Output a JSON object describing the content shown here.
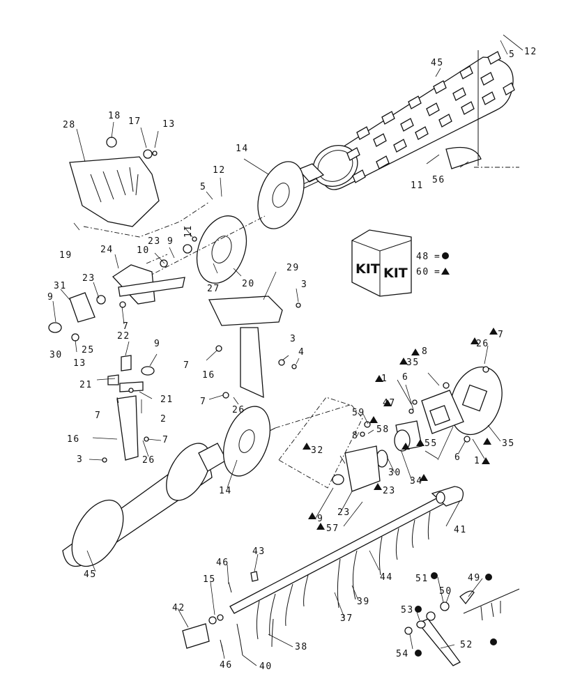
{
  "callouts": [
    {
      "id": "c12a",
      "text": "12"
    },
    {
      "id": "c5a",
      "text": "5"
    },
    {
      "id": "c45a",
      "text": "45"
    },
    {
      "id": "c18",
      "text": "18"
    },
    {
      "id": "c17",
      "text": "17"
    },
    {
      "id": "c13a",
      "text": "13"
    },
    {
      "id": "c28",
      "text": "28"
    },
    {
      "id": "c14a",
      "text": "14"
    },
    {
      "id": "c12b",
      "text": "12"
    },
    {
      "id": "c5b",
      "text": "5"
    },
    {
      "id": "c11a",
      "text": "11"
    },
    {
      "id": "c56",
      "text": "56"
    },
    {
      "id": "c19",
      "text": "19"
    },
    {
      "id": "c11b",
      "text": "11"
    },
    {
      "id": "c9a",
      "text": "9"
    },
    {
      "id": "c23a",
      "text": "23"
    },
    {
      "id": "c24",
      "text": "24"
    },
    {
      "id": "c10",
      "text": "10"
    },
    {
      "id": "c27",
      "text": "27"
    },
    {
      "id": "c20",
      "text": "20"
    },
    {
      "id": "c29",
      "text": "29"
    },
    {
      "id": "c31",
      "text": "31"
    },
    {
      "id": "c23b",
      "text": "23"
    },
    {
      "id": "c9b",
      "text": "9"
    },
    {
      "id": "c3a",
      "text": "3"
    },
    {
      "id": "c7a",
      "text": "7"
    },
    {
      "id": "c25",
      "text": "25"
    },
    {
      "id": "c30a",
      "text": "30"
    },
    {
      "id": "c13b",
      "text": "13"
    },
    {
      "id": "c22",
      "text": "22"
    },
    {
      "id": "c9c",
      "text": "9"
    },
    {
      "id": "c3b",
      "text": "3"
    },
    {
      "id": "c4",
      "text": "4"
    },
    {
      "id": "c7b",
      "text": "7"
    },
    {
      "id": "c16a",
      "text": "16"
    },
    {
      "id": "c21a",
      "text": "21"
    },
    {
      "id": "c21b",
      "text": "21"
    },
    {
      "id": "c7c",
      "text": "7"
    },
    {
      "id": "c2",
      "text": "2"
    },
    {
      "id": "c7d",
      "text": "7"
    },
    {
      "id": "c26a",
      "text": "26"
    },
    {
      "id": "c16b",
      "text": "16"
    },
    {
      "id": "c7e",
      "text": "7"
    },
    {
      "id": "c3c",
      "text": "3"
    },
    {
      "id": "c26b",
      "text": "26"
    },
    {
      "id": "c14b",
      "text": "14"
    },
    {
      "id": "c45b",
      "text": "45"
    },
    {
      "id": "c35a",
      "text": "35"
    },
    {
      "id": "c8a",
      "text": "8"
    },
    {
      "id": "c26c",
      "text": "26"
    },
    {
      "id": "c7f",
      "text": "7"
    },
    {
      "id": "c1a",
      "text": "1"
    },
    {
      "id": "c6a",
      "text": "6"
    },
    {
      "id": "c47",
      "text": "47"
    },
    {
      "id": "c59",
      "text": "59"
    },
    {
      "id": "c8b",
      "text": "8"
    },
    {
      "id": "c58",
      "text": "58"
    },
    {
      "id": "c32",
      "text": "32"
    },
    {
      "id": "c30b",
      "text": "30"
    },
    {
      "id": "c35b",
      "text": "35"
    },
    {
      "id": "c55",
      "text": "55"
    },
    {
      "id": "c6b",
      "text": "6"
    },
    {
      "id": "c1b",
      "text": "1"
    },
    {
      "id": "c34",
      "text": "34"
    },
    {
      "id": "c23c",
      "text": "23"
    },
    {
      "id": "c9d",
      "text": "9"
    },
    {
      "id": "c23d",
      "text": "23"
    },
    {
      "id": "c57",
      "text": "57"
    },
    {
      "id": "c41",
      "text": "41"
    },
    {
      "id": "c44",
      "text": "44"
    },
    {
      "id": "c43",
      "text": "43"
    },
    {
      "id": "c46a",
      "text": "46"
    },
    {
      "id": "c15",
      "text": "15"
    },
    {
      "id": "c51",
      "text": "51"
    },
    {
      "id": "c49",
      "text": "49"
    },
    {
      "id": "c50",
      "text": "50"
    },
    {
      "id": "c39",
      "text": "39"
    },
    {
      "id": "c42",
      "text": "42"
    },
    {
      "id": "c37",
      "text": "37"
    },
    {
      "id": "c53",
      "text": "53"
    },
    {
      "id": "c38",
      "text": "38"
    },
    {
      "id": "c54",
      "text": "54"
    },
    {
      "id": "c52",
      "text": "52"
    },
    {
      "id": "c46b",
      "text": "46"
    },
    {
      "id": "c40",
      "text": "40"
    }
  ],
  "kit": {
    "box_text_left": "KIT",
    "box_text_right": "KIT",
    "legend": [
      {
        "number": "48",
        "symbol": "circle",
        "equals": "="
      },
      {
        "number": "60",
        "symbol": "triangle",
        "equals": "="
      }
    ]
  }
}
